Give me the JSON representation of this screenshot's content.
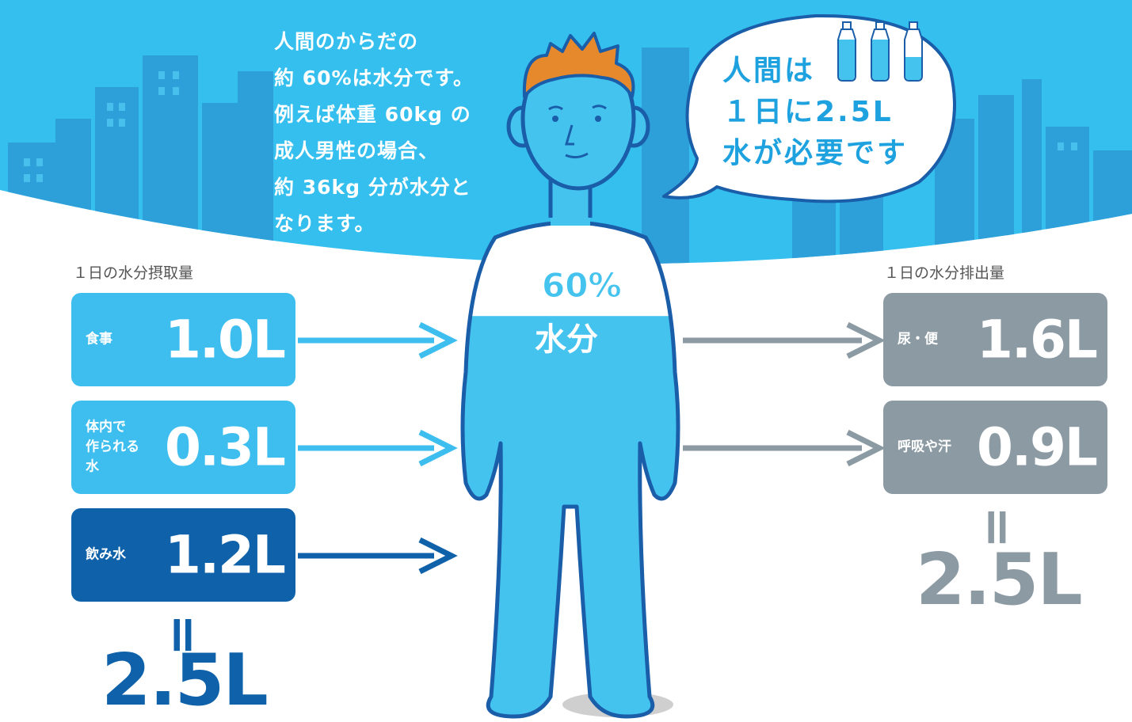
{
  "colors": {
    "sky": "#35bfee",
    "city": "#2d9fd9",
    "intake_box": "#3dbeee",
    "drinking_box": "#0f62aa",
    "output_box": "#8c9aa3",
    "skin": "#45c3ef",
    "outline": "#1a5da8",
    "hair": "#e5892c"
  },
  "intro_lines": [
    "人間のからだの",
    "約 60%は水分です。",
    "例えば体重 60kg の",
    "成人男性の場合、",
    "約 36kg 分が水分と",
    "なります。"
  ],
  "bubble_lines": [
    "人間は",
    "１日に2.5L",
    "水が必要です"
  ],
  "body": {
    "approx": "約",
    "percent": "60%",
    "water": "水分",
    "water_level": 0.6
  },
  "intake": {
    "title": "１日の水分摂取量",
    "items": [
      {
        "label": "食事",
        "value": "1.0L"
      },
      {
        "label": "体内で\n作られる\n水",
        "value": "0.3L"
      },
      {
        "label": "飲み水",
        "value": "1.2L"
      }
    ],
    "equals": "=",
    "total": "2.5L"
  },
  "output": {
    "title": "１日の水分排出量",
    "items": [
      {
        "label": "尿・便",
        "value": "1.6L"
      },
      {
        "label": "呼吸や汗",
        "value": "0.9L"
      }
    ],
    "equals": "=",
    "total": "2.5L"
  }
}
